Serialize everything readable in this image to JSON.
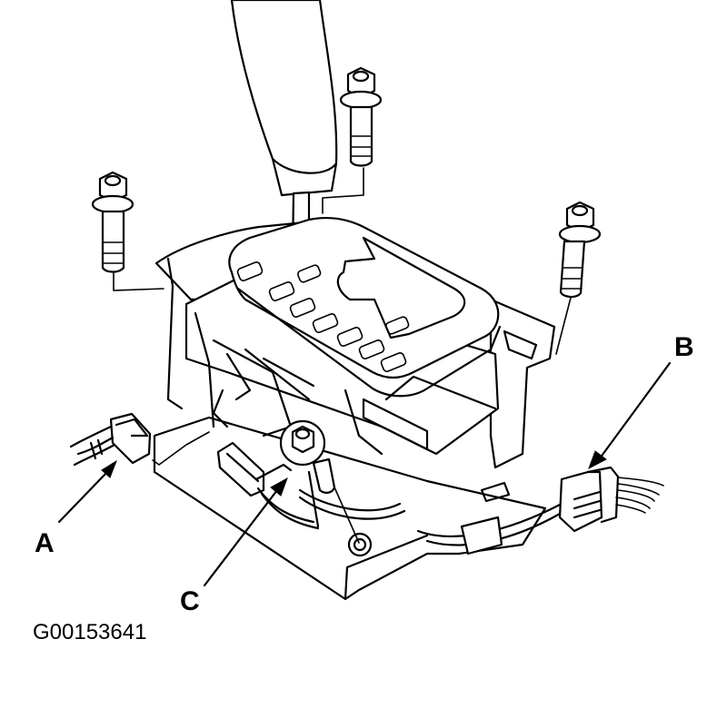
{
  "diagram": {
    "subject": "Automatic transmission shift lever assembly",
    "figure_id": "G00153641",
    "callouts": [
      {
        "label": "A",
        "target": "connector-left"
      },
      {
        "label": "B",
        "target": "connector-right"
      },
      {
        "label": "C",
        "target": "connector-center"
      }
    ],
    "parts": [
      "shift-lever-knob",
      "shift-lever-shaft",
      "gate-indicator-panel",
      "mounting-bolt",
      "mounting-bolt",
      "mounting-bolt",
      "center-bolt",
      "electrical-connector",
      "electrical-connector",
      "electrical-connector",
      "wire-harness"
    ],
    "colors": {
      "line": "#000000",
      "background": "#ffffff"
    }
  }
}
